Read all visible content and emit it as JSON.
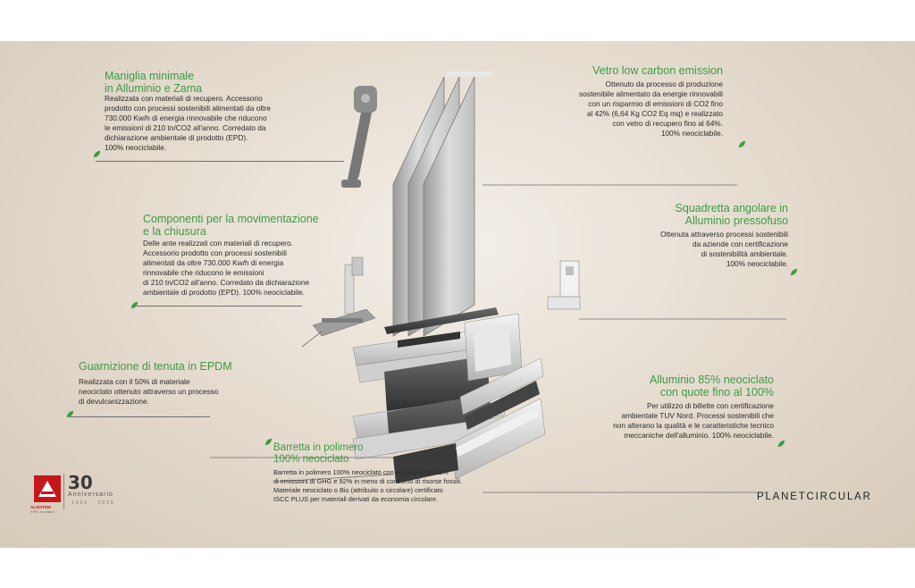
{
  "features": [
    {
      "title": "Maniglia minimale\nin Alluminio e Zama",
      "body": "Realizzata con materiali di recupero. Accessorio\nprodotto con processi sostenibili alimentati da oltre\n730.000 Kw/h di energia rinnovabile che riducono\nle emissioni di 210 tn/CO2 all'anno. Corredato da\ndichiarazione ambientale di prodotto (EPD).\n100% neociclabile."
    },
    {
      "title": "Componenti per la movimentazione\ne la chiusura",
      "body": "Delle ante realizzati con materiali di recupero.\nAccessorio prodotto con processi sostenibili\nalimentati da oltre 730.000 Kw/h di energia\nrinnovabile che riducono le emissioni\ndi 210 tn/CO2 all'anno. Corredato da dichiarazione\nambientale di prodotto (EPD). 100% neociclabile."
    },
    {
      "title": "Guarnizione di tenuta in EPDM",
      "body": "Realizzata con il 50% di materiale\nneociclato ottenuto attraverso un processo\ndi devulcanizzazione."
    },
    {
      "title": "Barretta in polimero\n100% neociclato",
      "body": "Barretta in polimero 100% neociclato con riduzione del 91%\ndi emissioni di GHG e 92% in meno di consumo di risorse fossili.\nMateriale neociclato o Bio (attribuito o circolare) certificato\nISCC PLUS per materiali derivati da economia circolare."
    },
    {
      "title": "Vetro low carbon emission",
      "body": "Ottenuto da processo di produzione\nsostenibile alimentato da energie rinnovabili\ncon un risparmio di emissioni di CO2 fino\nal 42% (6,64 Kg CO2 Eq mq) e realizzato\ncon vetro di recupero fino al 64%.\n100% neociclabile."
    },
    {
      "title": "Squadretta angolare in\nAlluminio pressofuso",
      "body": "Ottenuta attraverso processi sostenibili\nda aziende con certificazione\ndi sostenibilità ambientale.\n100% neociclabile."
    },
    {
      "title": "Alluminio 85% neociclato\ncon quote fino al 100%",
      "body": "Per utilizzo di billette con certificazione\nambientale TUV Nord. Processi sostenibili che\nnon alterano la qualità e le caratteristiche tecnico\nmeccaniche dell'alluminio. 100% neociclabile."
    }
  ],
  "branding": {
    "planet": "PLANETCIRCULAR",
    "anniversary_number": "30",
    "anniversary_word": "Anniversario",
    "anniversary_years": "1995 · 2025",
    "company": "ALSISTEM",
    "company_tag": "il PVC su misura"
  },
  "colors": {
    "accent_green": "#3f9a44",
    "body_text": "#2b2b2b",
    "logo_red": "#c4161c"
  }
}
